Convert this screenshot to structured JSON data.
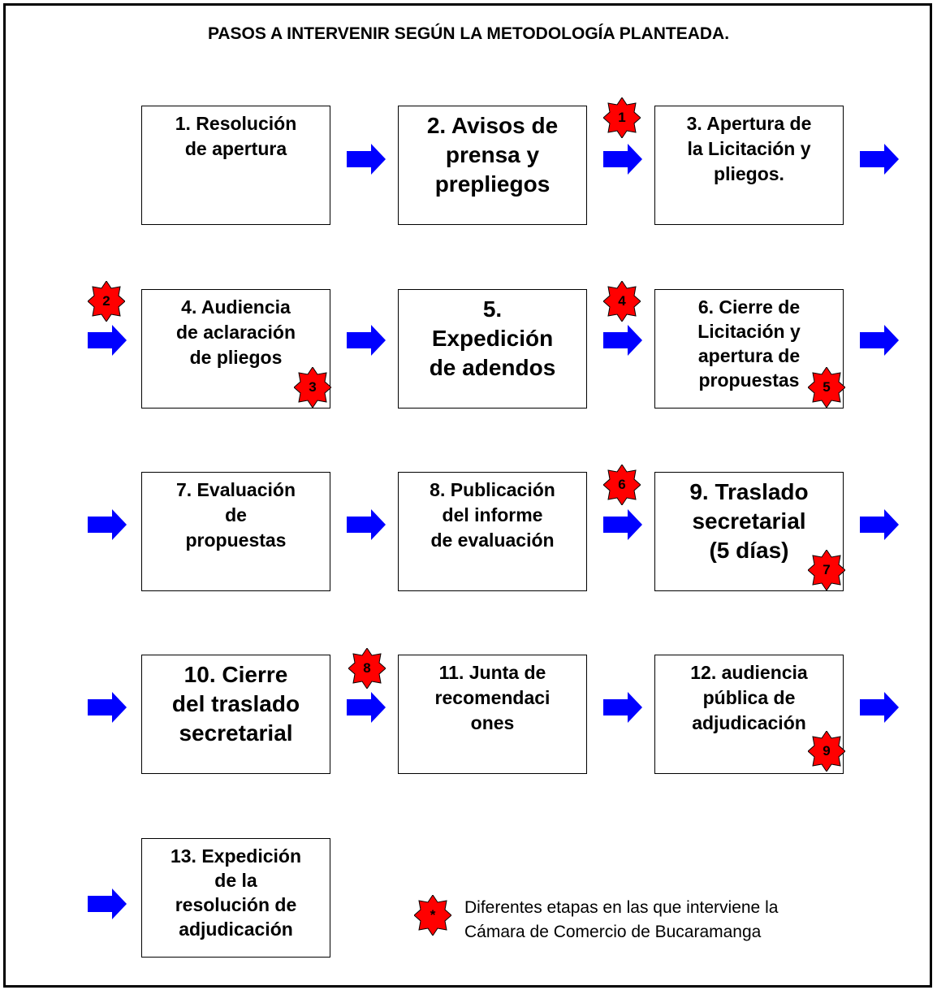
{
  "title": "PASOS A INTERVENIR SEGÚN LA METODOLOGÍA PLANTEADA.",
  "colors": {
    "arrow": "#0000ff",
    "star": "#ff0000",
    "border": "#000000"
  },
  "steps": [
    {
      "label": "1. Resolución\nde apertura"
    },
    {
      "label": "2. Avisos de\nprensa y\nprepliegos"
    },
    {
      "label": "3. Apertura de\nla Licitación y\npliegos."
    },
    {
      "label": "4. Audiencia\nde aclaración\nde pliegos"
    },
    {
      "label": "5.\nExpedición\nde adendos"
    },
    {
      "label": "6. Cierre de\nLicitación y\napertura de\npropuestas"
    },
    {
      "label": "7. Evaluación\nde\npropuestas"
    },
    {
      "label": "8. Publicación\ndel informe\nde evaluación"
    },
    {
      "label": "9. Traslado\nsecretarial\n(5 días)"
    },
    {
      "label": "10. Cierre\ndel traslado\nsecretarial"
    },
    {
      "label": "11. Junta de\nrecomendaci\nones"
    },
    {
      "label": "12. audiencia\npública de\nadjudicación"
    },
    {
      "label": "13. Expedición\nde la\nresolución de\nadjudicación"
    }
  ],
  "markers": [
    "1",
    "2",
    "3",
    "4",
    "5",
    "6",
    "7",
    "8",
    "9"
  ],
  "legend": {
    "symbol": "*",
    "line1": "Diferentes etapas en las que interviene la",
    "line2": "Cámara de Comercio de Bucaramanga"
  }
}
